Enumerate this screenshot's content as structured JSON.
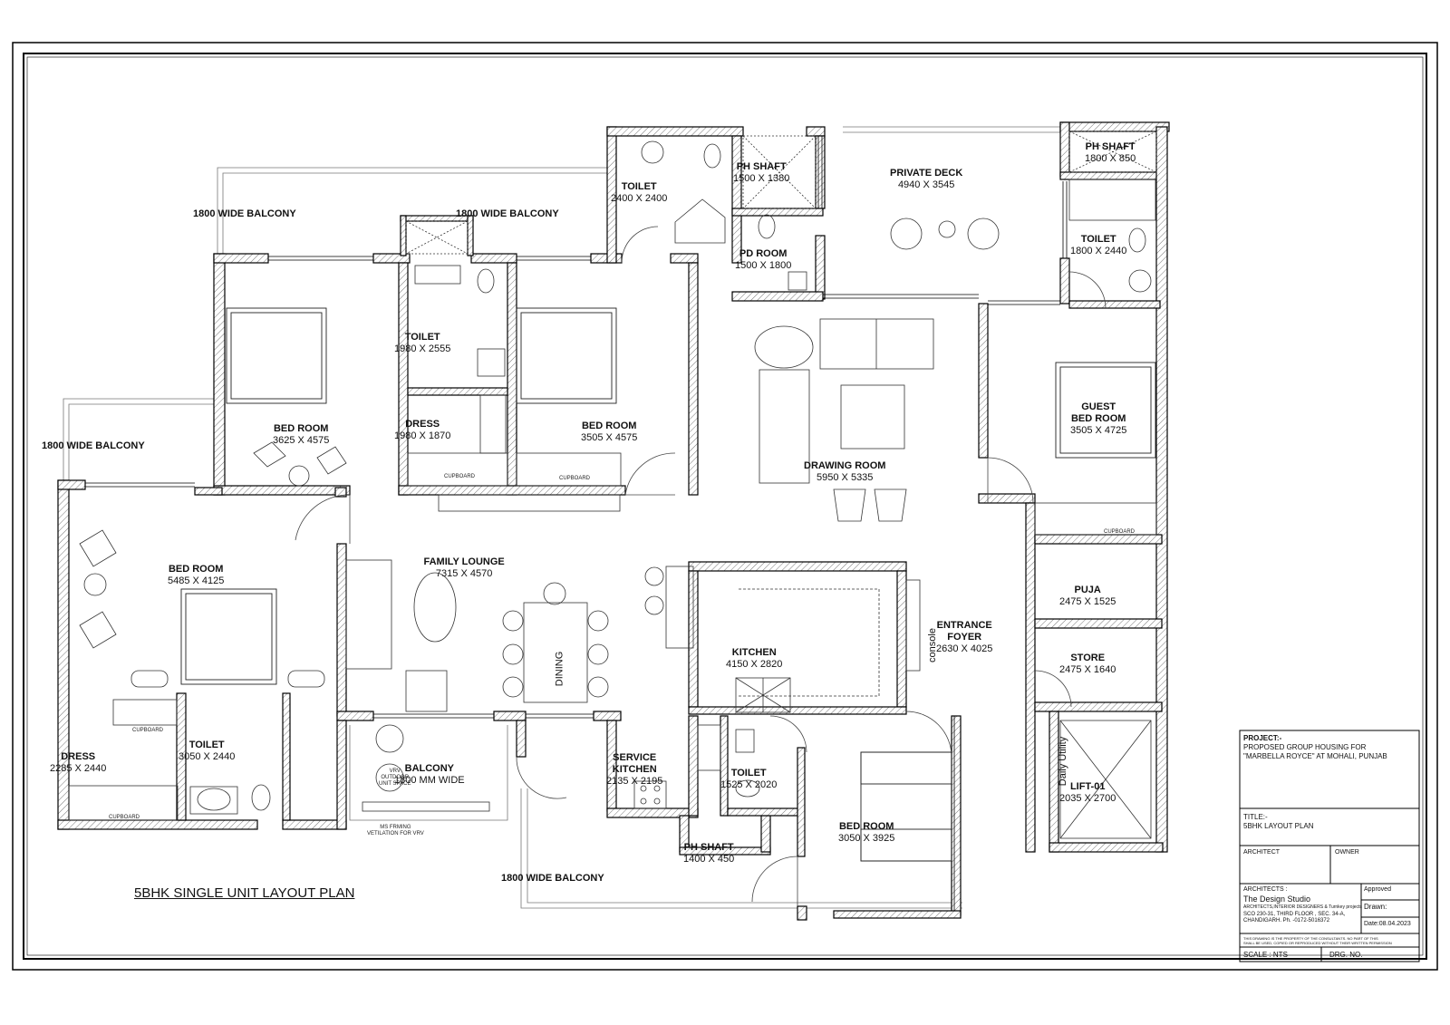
{
  "drawing_title": "5BHK SINGLE UNIT LAYOUT PLAN",
  "rooms": [
    {
      "key": "bal_nw",
      "name": "1800 WIDE BALCONY",
      "dim": ""
    },
    {
      "key": "bal_n2",
      "name": "1800 WIDE BALCONY",
      "dim": ""
    },
    {
      "key": "bal_w",
      "name": "1800 WIDE BALCONY",
      "dim": ""
    },
    {
      "key": "toilet_top",
      "name": "TOILET",
      "dim": "2400 X 2400"
    },
    {
      "key": "ph_shaft1",
      "name": "PH SHAFT",
      "dim": "1500 X 1380"
    },
    {
      "key": "pd_room",
      "name": "PD ROOM",
      "dim": "1500 X 1800"
    },
    {
      "key": "private_deck",
      "name": "PRIVATE DECK",
      "dim": "4940 X 3545"
    },
    {
      "key": "ph_shaft2",
      "name": "PH SHAFT",
      "dim": "1800 X 850"
    },
    {
      "key": "toilet_ne",
      "name": "TOILET",
      "dim": "1800 X 2440"
    },
    {
      "key": "toilet_mid",
      "name": "TOILET",
      "dim": "1980 X 2555"
    },
    {
      "key": "dress_mid",
      "name": "DRESS",
      "dim": "1980 X 1870"
    },
    {
      "key": "bed1",
      "name": "BED ROOM",
      "dim": "3625 X 4575"
    },
    {
      "key": "bed2",
      "name": "BED ROOM",
      "dim": "3505 X 4575"
    },
    {
      "key": "guest_bed",
      "name": "GUEST\nBED ROOM",
      "dim": "3505 X 4725"
    },
    {
      "key": "drawing",
      "name": "DRAWING ROOM",
      "dim": "5950 X 5335"
    },
    {
      "key": "bed3",
      "name": "BED ROOM",
      "dim": "5485 X 4125"
    },
    {
      "key": "family",
      "name": "FAMILY LOUNGE",
      "dim": "7315 X 4570"
    },
    {
      "key": "puja",
      "name": "PUJA",
      "dim": "2475 X 1525"
    },
    {
      "key": "kitchen",
      "name": "KITCHEN",
      "dim": "4150 X 2820"
    },
    {
      "key": "foyer",
      "name": "ENTRANCE\nFOYER",
      "dim": "2630 X 4025"
    },
    {
      "key": "store",
      "name": "STORE",
      "dim": "2475 X 1640"
    },
    {
      "key": "dress_sw",
      "name": "DRESS",
      "dim": "2285 X 2440"
    },
    {
      "key": "toilet_sw",
      "name": "TOILET",
      "dim": "3050 X 2440"
    },
    {
      "key": "balcony_s",
      "name": "BALCONY",
      "dim": "1800 MM WIDE"
    },
    {
      "key": "service_k",
      "name": "SERVICE\nKITCHEN",
      "dim": "2135 X 2195"
    },
    {
      "key": "toilet_s",
      "name": "TOILET",
      "dim": "1525 X 2020"
    },
    {
      "key": "lift",
      "name": "LIFT-01",
      "dim": "2035 X 2700"
    },
    {
      "key": "bed4",
      "name": "BED ROOM",
      "dim": "3050 X 3925"
    },
    {
      "key": "ph_shaft3",
      "name": "PH SHAFT",
      "dim": "1400 X 450"
    },
    {
      "key": "bal_s",
      "name": "1800 WIDE BALCONY",
      "dim": ""
    }
  ],
  "notes": {
    "cupboard": "CUPBOARD",
    "vrv": "VRV\nOUTDOOR\nUNIT SPACE",
    "ms_framing": "MS FRMING\nVETILATION FOR VRV",
    "dining": "DINING",
    "console": "console",
    "daily_utility": "Daily  Utility"
  },
  "title_block": {
    "project_label": "PROJECT:-",
    "project_text_1": "PROPOSED GROUP HOUSING FOR",
    "project_text_2": "\"MARBELLA ROYCE\" AT MOHALI, PUNJAB",
    "title_label": "TITLE:-",
    "title_text": "5BHK  LAYOUT PLAN",
    "architect_label": "ARCHITECT",
    "owner_label": "OWNER",
    "architects_label": "ARCHITECTS :",
    "firm": "The Design Studio",
    "firm_sub": "ARCHITECTS,INTERIOR  DESIGNERS  & Turnkey projects",
    "address_1": "SCO 230-31, THIRD FLOOR , SEC. 34-A,",
    "address_2": "CHANDIGARH. Ph. -0172-5016372",
    "approved": "Approved",
    "drawn": "Drawn:",
    "date": "Date:08.04.2023",
    "disclaimer_1": "THIS DRAWING IS THE PROPERTY OF THE CONSULTANTS. NO PART OF THIS",
    "disclaimer_2": "SHALL BE USED, COPIED OR REPRODUCED WITHOUT THEIR WRITTEN PERMISSION",
    "scale": "SCALE : NTS",
    "drg_no": "DRG. NO."
  }
}
